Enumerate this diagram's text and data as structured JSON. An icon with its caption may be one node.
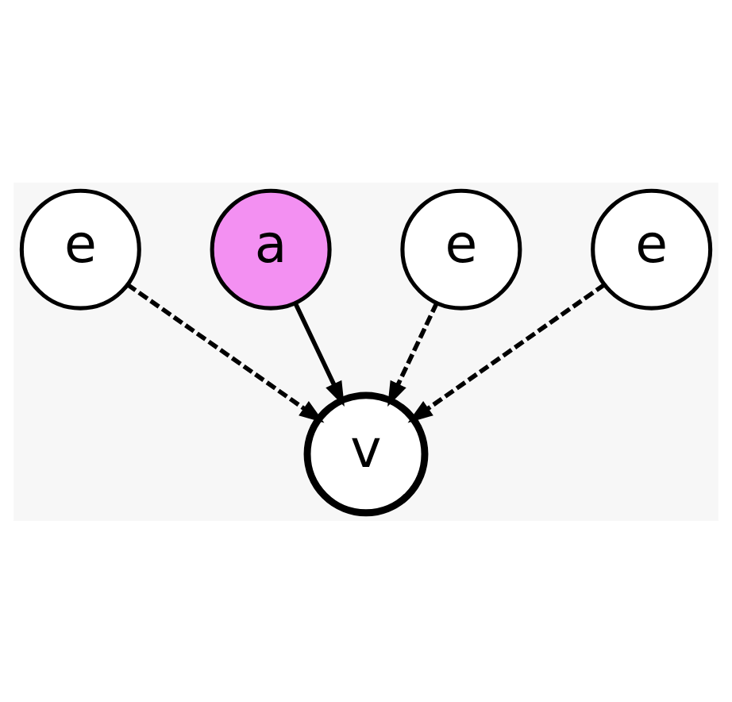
{
  "diagram": {
    "nodes": [
      {
        "text": [
          "e"
        ]
      },
      {
        "text": [
          "a"
        ]
      },
      {
        "text": [
          "e"
        ]
      },
      {
        "text": [
          "e"
        ]
      },
      {
        "text": [
          "v"
        ]
      }
    ],
    "edges": [
      {
        "from": 1,
        "to": 4,
        "arrow": "to"
      },
      {
        "from": 0,
        "to": 4,
        "arrow": "to",
        "style": "dashed"
      },
      {
        "from": 2,
        "to": 4,
        "arrow": "to",
        "style": "dashed"
      },
      {
        "from": 3,
        "to": 4,
        "arrow": "to",
        "style": "dashed"
      }
    ]
  }
}
